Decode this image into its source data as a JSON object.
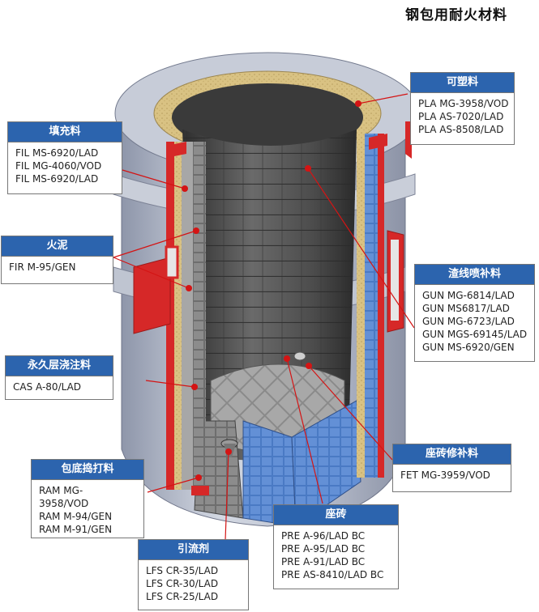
{
  "title": "钢包用耐火材料",
  "labels": {
    "plastic": {
      "heading": "可塑料",
      "items": [
        "PLA MG-3958/VOD",
        "PLA AS-7020/LAD",
        "PLA  AS-8508/LAD"
      ]
    },
    "filler": {
      "heading": "填充料",
      "items": [
        "FIL MS-6920/LAD",
        "FIL MG-4060/VOD",
        "FIL MS-6920/LAD"
      ]
    },
    "mortar": {
      "heading": "火泥",
      "items": [
        "FIR M-95/GEN"
      ]
    },
    "slagline_gunning": {
      "heading": "渣线喷补料",
      "items": [
        "GUN MG-6814/LAD",
        "GUN  MS6817/LAD",
        "GUN MG-6723/LAD",
        "GUN MGS-69145/LAD",
        "GUN MS-6920/GEN"
      ]
    },
    "permanent_castable": {
      "heading": "永久层浇注料",
      "items": [
        "CAS A-80/LAD"
      ]
    },
    "well_block_repair": {
      "heading": "座砖修补料",
      "items": [
        "FET MG-3959/VOD"
      ]
    },
    "bottom_ramming": {
      "heading": "包底捣打料",
      "items": [
        "RAM  MG-3958/VOD",
        "RAM M-94/GEN",
        "RAM M-91/GEN"
      ]
    },
    "well_block": {
      "heading": "座砖",
      "items": [
        "PRE A-96/LAD BC",
        "PRE A-95/LAD BC",
        "PRE A-91/LAD BC",
        "PRE AS-8410/LAD BC"
      ]
    },
    "nozzle_filler": {
      "heading": "引流剂",
      "items": [
        "LFS CR-35/LAD",
        "LFS CR-30/LAD",
        "LFS CR-25/LAD"
      ]
    }
  },
  "colors": {
    "header_bg": "#2c64ae",
    "leader_line": "#d41414",
    "shell": "#b9bfce",
    "shell_red": "#d62828",
    "brick": "#5a5a5a",
    "permanent_lining": "#4a7ac4",
    "filler_layer": "#e6d49a"
  }
}
